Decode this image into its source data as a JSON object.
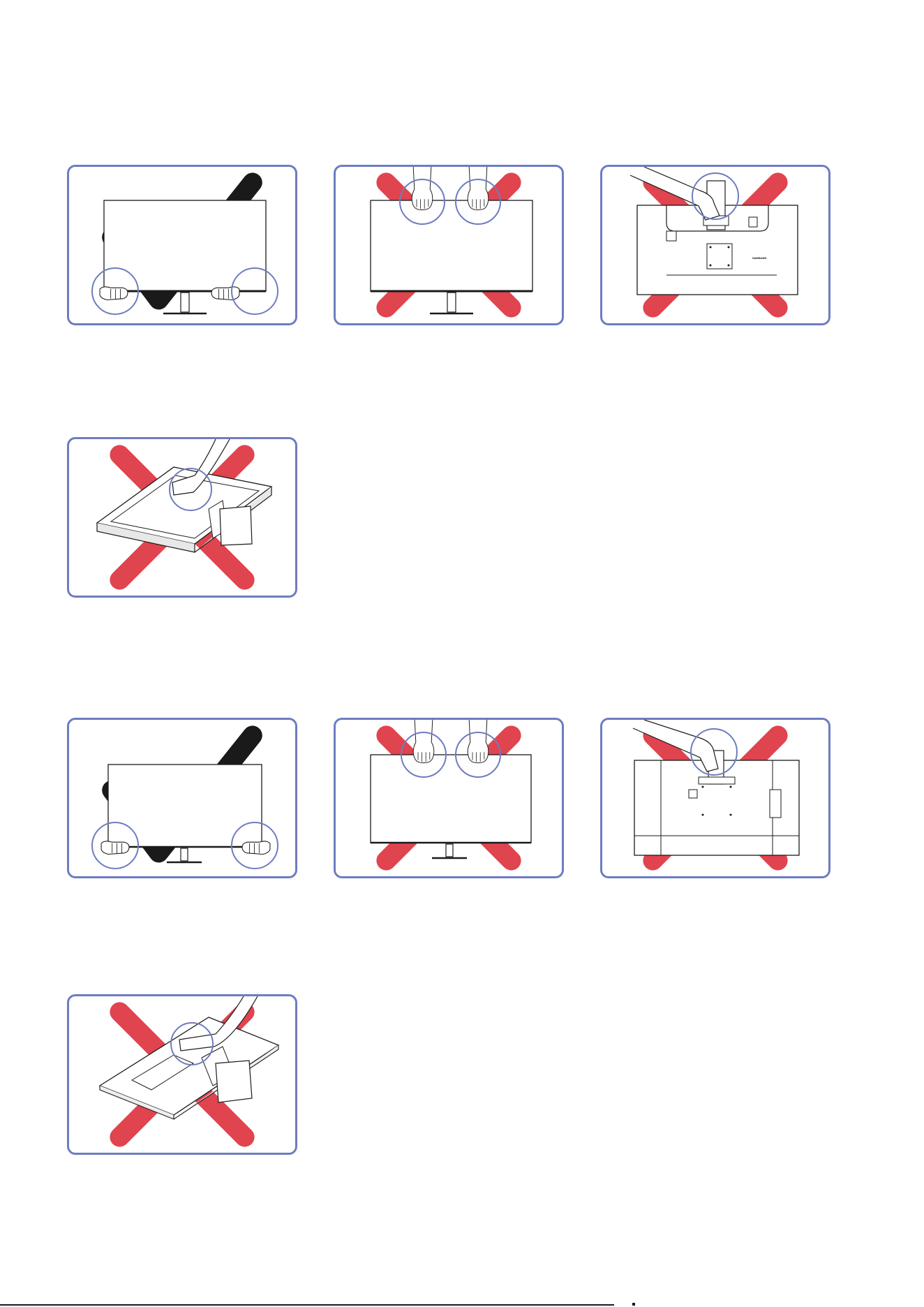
{
  "page": {
    "footer": ""
  },
  "colors": {
    "border": "#6e7cc0",
    "circle": "#6e7cc0",
    "correct": "#1a1a1a",
    "incorrect": "#e0444e",
    "line": "#1a1a1a"
  },
  "sections": [
    {
      "panels": [
        {
          "id": "s1-p1",
          "verdict": "correct",
          "icon": "check-icon",
          "scene": "hands-holding-bottom-corners"
        },
        {
          "id": "s1-p2",
          "verdict": "incorrect",
          "icon": "cross-icon",
          "scene": "hands-on-top-edge"
        },
        {
          "id": "s1-p3",
          "verdict": "incorrect",
          "icon": "cross-icon",
          "scene": "hand-gripping-stand-back",
          "logo_text": "SAMSUNG"
        }
      ]
    },
    {
      "panels": [
        {
          "id": "s2-p1",
          "verdict": "incorrect",
          "icon": "cross-icon",
          "scene": "pressing-stand-in-packaging"
        }
      ]
    },
    {
      "panels": [
        {
          "id": "s3-p1",
          "verdict": "correct",
          "icon": "check-icon",
          "scene": "hands-holding-bottom-corners"
        },
        {
          "id": "s3-p2",
          "verdict": "incorrect",
          "icon": "cross-icon",
          "scene": "hands-on-top-edge"
        },
        {
          "id": "s3-p3",
          "verdict": "incorrect",
          "icon": "cross-icon",
          "scene": "hand-gripping-stand-back"
        }
      ]
    },
    {
      "panels": [
        {
          "id": "s4-p1",
          "verdict": "incorrect",
          "icon": "cross-icon",
          "scene": "pressing-stand-monitor-face-down"
        }
      ]
    }
  ]
}
